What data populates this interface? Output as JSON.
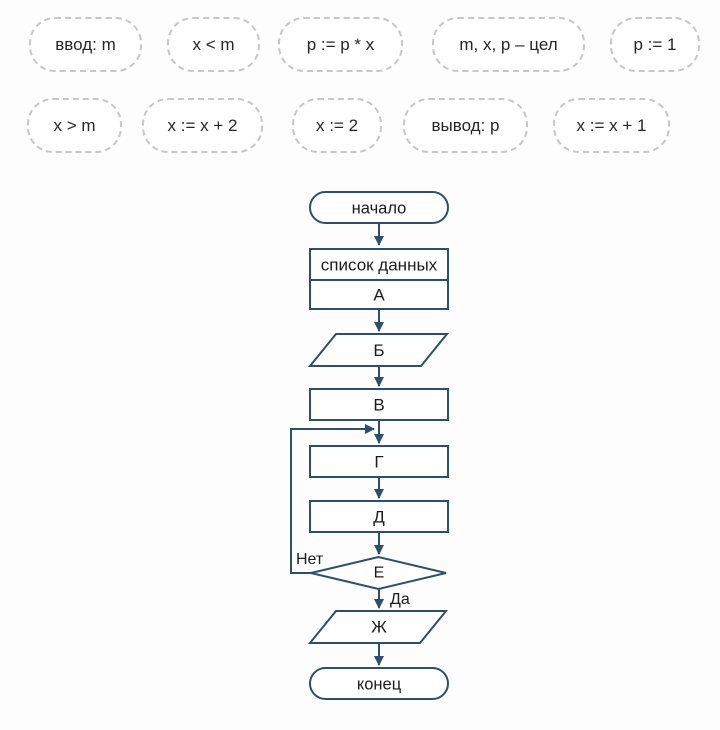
{
  "chips": {
    "items": [
      {
        "label": "ввод: m"
      },
      {
        "label": "x < m"
      },
      {
        "label": "p := p * x"
      },
      {
        "label": "m, x, p – цел"
      },
      {
        "label": "p := 1"
      },
      {
        "label": "x > m"
      },
      {
        "label": "x := x + 2"
      },
      {
        "label": "x := 2"
      },
      {
        "label": "вывод: p"
      },
      {
        "label": "x := x + 1"
      }
    ]
  },
  "flowchart": {
    "start_label": "начало",
    "end_label": "конец",
    "data_box_title": "список данных",
    "slot_a": "А",
    "slot_b": "Б",
    "slot_v": "В",
    "slot_g": "Г",
    "slot_d": "Д",
    "slot_e": "Е",
    "slot_zh": "Ж",
    "label_no": "Нет",
    "label_yes": "Да"
  },
  "colors": {
    "flowchart_stroke": "#2e4e6c",
    "chip_border": "#c7c7c7",
    "text": "#1c1c1c",
    "background": "#fdfdfd"
  }
}
